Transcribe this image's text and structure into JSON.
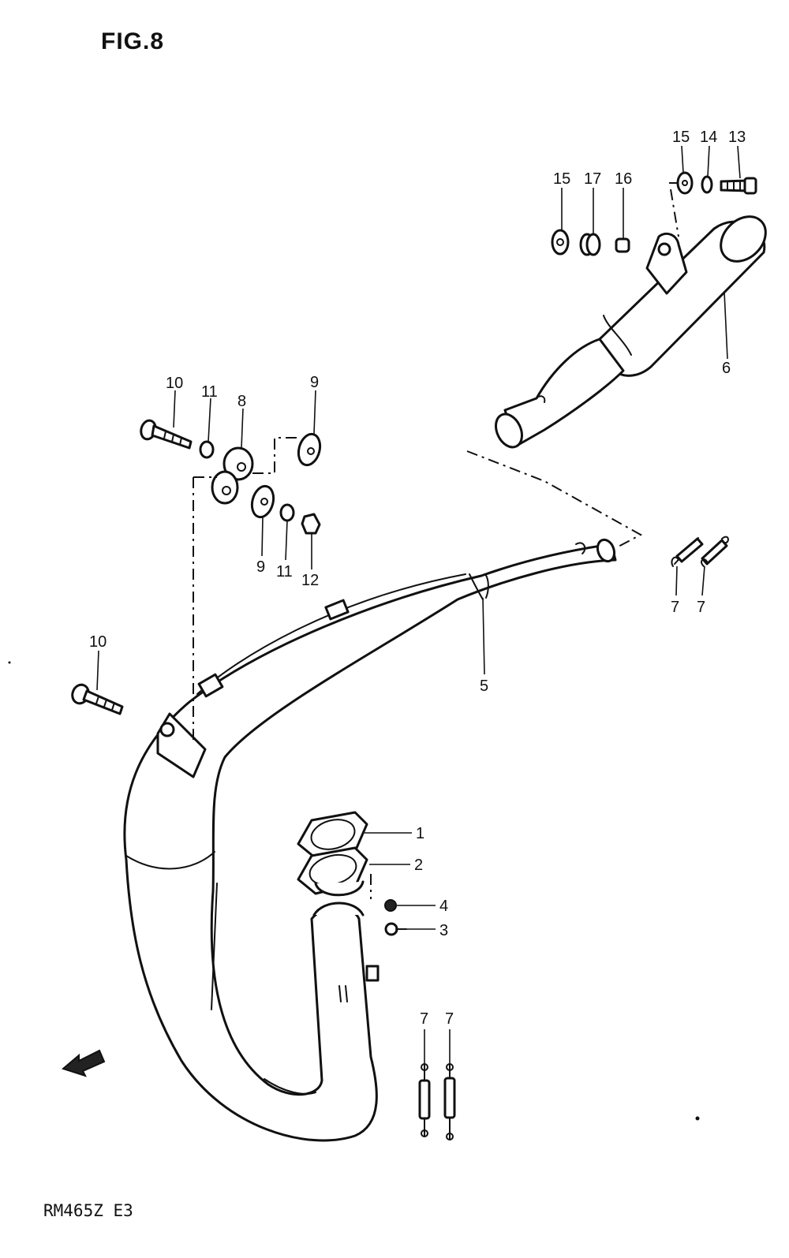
{
  "figure": {
    "title": "FIG.8",
    "model_code": "RM465Z E3"
  },
  "callouts": [
    {
      "id": "c1",
      "label": "1"
    },
    {
      "id": "c2",
      "label": "2"
    },
    {
      "id": "c3",
      "label": "3"
    },
    {
      "id": "c4",
      "label": "4"
    },
    {
      "id": "c5",
      "label": "5"
    },
    {
      "id": "c6",
      "label": "6"
    },
    {
      "id": "c7a",
      "label": "7"
    },
    {
      "id": "c7b",
      "label": "7"
    },
    {
      "id": "c7c",
      "label": "7"
    },
    {
      "id": "c7d",
      "label": "7"
    },
    {
      "id": "c8",
      "label": "8"
    },
    {
      "id": "c9a",
      "label": "9"
    },
    {
      "id": "c9b",
      "label": "9"
    },
    {
      "id": "c10a",
      "label": "10"
    },
    {
      "id": "c10b",
      "label": "10"
    },
    {
      "id": "c11a",
      "label": "11"
    },
    {
      "id": "c11b",
      "label": "11"
    },
    {
      "id": "c12",
      "label": "12"
    },
    {
      "id": "c13",
      "label": "13"
    },
    {
      "id": "c14",
      "label": "14"
    },
    {
      "id": "c15a",
      "label": "15"
    },
    {
      "id": "c15b",
      "label": "15"
    },
    {
      "id": "c16",
      "label": "16"
    },
    {
      "id": "c17",
      "label": "17"
    }
  ]
}
